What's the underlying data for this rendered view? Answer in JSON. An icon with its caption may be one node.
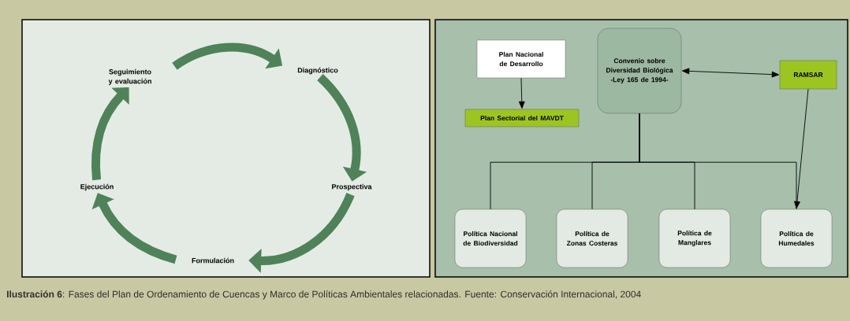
{
  "diagram": {
    "caption": "**Ilustración 6**: Fases del Plan de Ordenamiento de Cuencas y Marco de Políticas Ambientales relacionadas. Fuente: Conservación Internacional, 2004",
    "nodes": [
      {
        "text": [
          "Seguimiento y evaluación"
        ]
      },
      {
        "text": [
          "Diagnóstico"
        ]
      },
      {
        "text": [
          "Prospectiva"
        ]
      },
      {
        "text": [
          "Formulación"
        ]
      },
      {
        "text": [
          "Ejecución"
        ]
      },
      {
        "text": [
          "Plan Nacional de Desarrollo"
        ]
      },
      {
        "text": [
          "Convenio sobre Diversidad Biológica",
          "-Ley 165 de 1994-"
        ]
      },
      {
        "text": [
          "RAMSAR"
        ]
      },
      {
        "text": [
          "Plan Sectorial del MAVDT"
        ]
      },
      {
        "text": [
          "Política Nacional de Biodiversidad"
        ]
      },
      {
        "text": [
          "Política de Zonas Costeras"
        ]
      },
      {
        "text": [
          "Política de Manglares"
        ]
      },
      {
        "text": [
          "Política de Humedales"
        ]
      }
    ],
    "edges": [
      {
        "from": 0,
        "to": 1,
        "arrow": "to",
        "style": "thick",
        "color": "#4f8259"
      },
      {
        "from": 1,
        "to": 2,
        "arrow": "to",
        "style": "thick",
        "color": "#4f8259"
      },
      {
        "from": 2,
        "to": 3,
        "arrow": "to",
        "style": "thick",
        "color": "#4f8259"
      },
      {
        "from": 3,
        "to": 4,
        "arrow": "to",
        "style": "thick",
        "color": "#4f8259"
      },
      {
        "from": 4,
        "to": 0,
        "arrow": "to",
        "style": "thick",
        "color": "#4f8259"
      },
      {
        "from": 5,
        "to": 8,
        "arrow": "to"
      },
      {
        "from": 6,
        "to": 7,
        "arrow": "both"
      },
      {
        "from": 6,
        "to": 9,
        "arrow": "none"
      },
      {
        "from": 6,
        "to": 10,
        "arrow": "none"
      },
      {
        "from": 6,
        "to": 11,
        "arrow": "none"
      },
      {
        "from": 6,
        "to": 12,
        "arrow": "none"
      },
      {
        "from": 7,
        "to": 12,
        "arrow": "to"
      }
    ]
  }
}
